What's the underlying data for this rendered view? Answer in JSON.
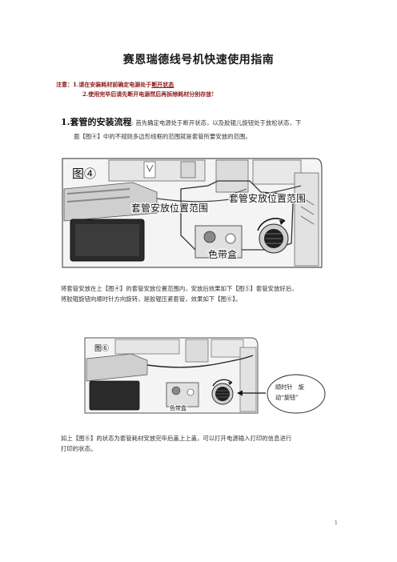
{
  "title": "赛恩瑞德线号机快速使用指南",
  "notes": {
    "label": "注意：",
    "n1_pre": "1.请在安装耗材前确定电源处于",
    "n1_u": "断开状态",
    "n2": "2.使用完毕后请先断开电源然后再拆除耗材分别存放!"
  },
  "section1": {
    "heading": "1.套管的安装流程",
    "line1": ": 首先确定电源处于断开状态，以及胶辊儿旋钮处于放松状态，下",
    "line2": "面【图④】中的不规则多边形线框的范围就是套管所要安放的范围。"
  },
  "figure1": {
    "label": "图④",
    "callout_left": "套管安放位置范围",
    "callout_right": "套管安放位置范围",
    "ribbon": "色带盒"
  },
  "para2": {
    "line1": "将套管安放在上【图④】的套管安放位置范围内，安放后效果如下【图⑤】套管安放好后，",
    "line2": "将胶辊旋钮向顺时针方向旋转，是胶辊压紧套管，效果如下【图⑥】。"
  },
  "figure2": {
    "label": "图⑥",
    "ribbon": "色带盒"
  },
  "bubble": {
    "line1": "顺时针　旋",
    "line2": "动“旋钮”"
  },
  "para3": {
    "line1": "如上【图⑥】的状态为套管耗材安放完毕后盖上上盖，可以打开电源输入打印的信息进行",
    "line2": "打印的状态。"
  },
  "page_number": "1"
}
